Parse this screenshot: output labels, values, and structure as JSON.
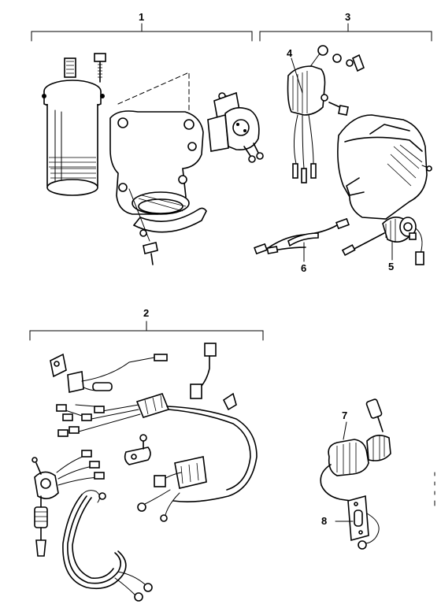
{
  "group_labels": {
    "g1": "1",
    "g2": "2",
    "g3": "3"
  },
  "part_labels": {
    "p4": "4",
    "p5": "5",
    "p6": "6",
    "p7": "7",
    "p8": "8"
  }
}
